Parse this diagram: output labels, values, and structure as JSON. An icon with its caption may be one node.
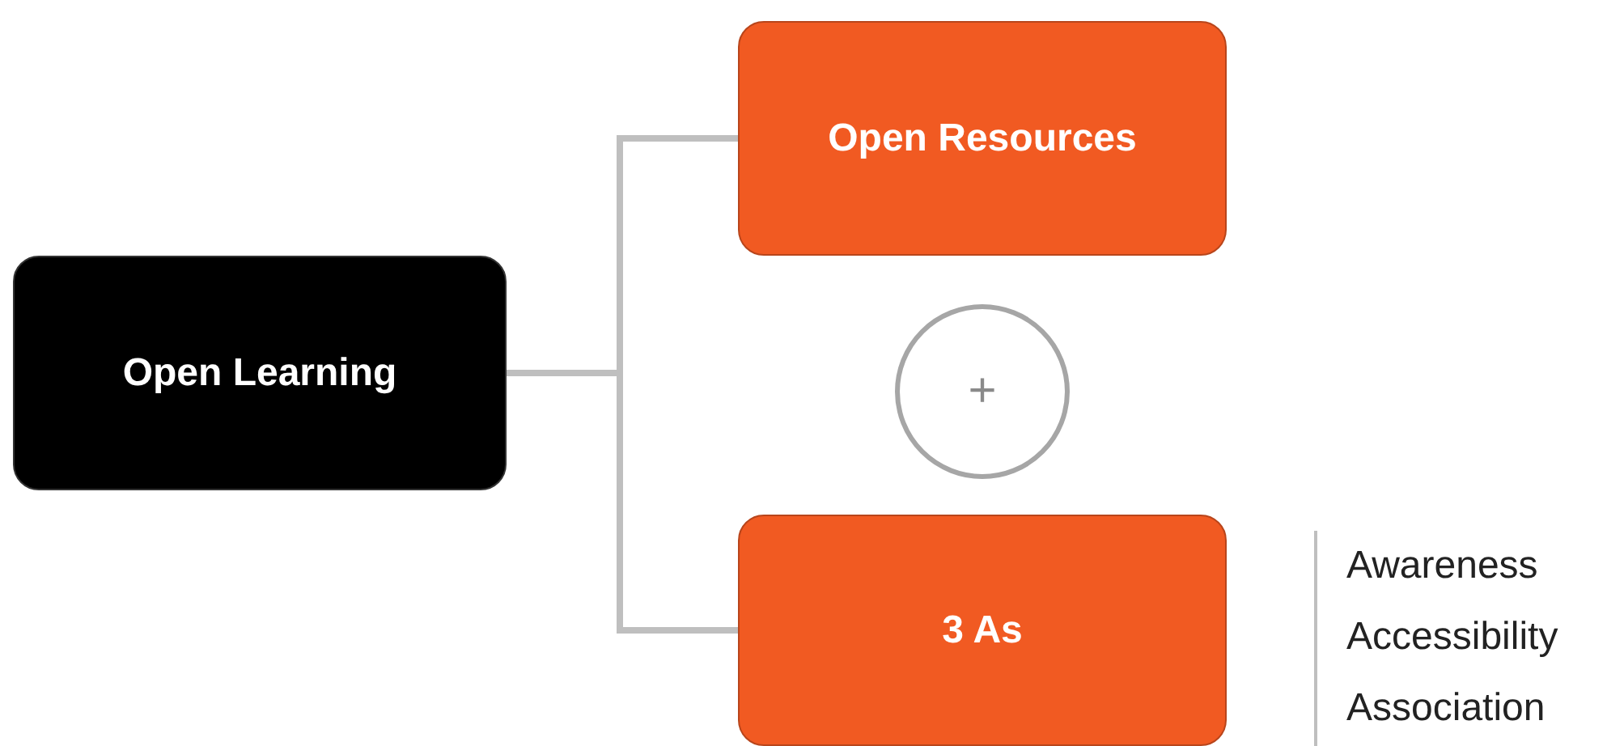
{
  "diagram": {
    "nodes": [
      {
        "text": [
          "Open Learning"
        ]
      },
      {
        "text": [
          "Open Resources"
        ]
      },
      {
        "text": [
          "+"
        ]
      },
      {
        "text": [
          "3 As"
        ],
        "beside": [
          "Awareness",
          "Accessibility",
          "Association"
        ]
      }
    ],
    "edges": [
      {
        "from": 0,
        "to": 1,
        "arrow": "none"
      },
      {
        "from": 0,
        "to": 3,
        "arrow": "none"
      }
    ]
  }
}
